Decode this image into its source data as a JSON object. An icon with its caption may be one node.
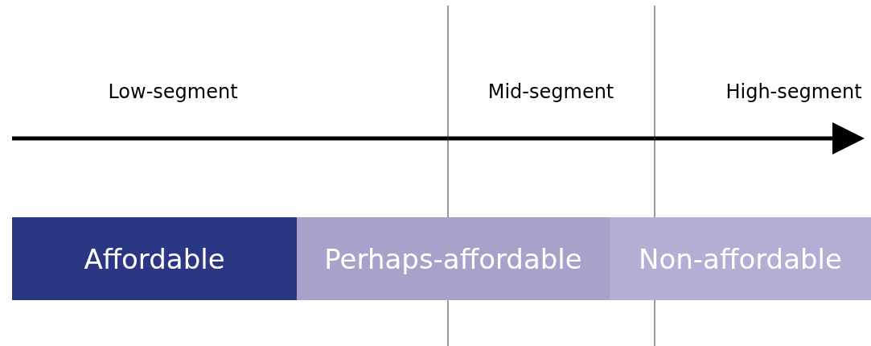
{
  "diagram": {
    "nodes": [
      {
        "text": [
          "Affordable"
        ]
      },
      {
        "text": [
          "Perhaps-affordable"
        ]
      },
      {
        "text": [
          "Non-affordable"
        ]
      }
    ],
    "edges": [],
    "labels": [
      "Low-segment",
      "Mid-segment",
      "High-segment"
    ]
  }
}
